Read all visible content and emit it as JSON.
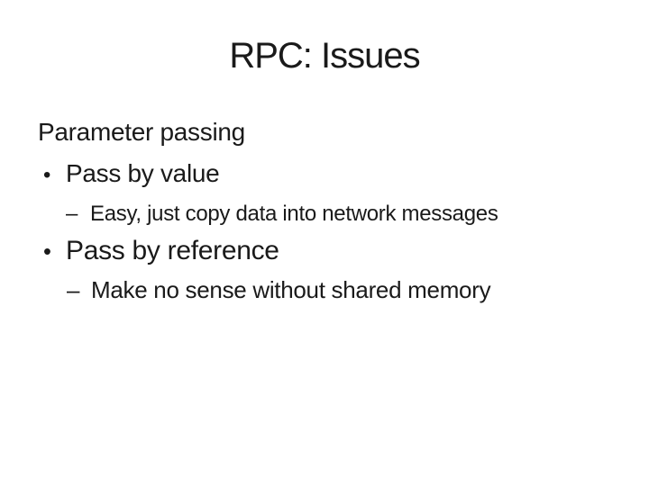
{
  "slide": {
    "title": "RPC: Issues",
    "body_heading": "Parameter passing",
    "bullets": [
      {
        "marker": "•",
        "text": "Pass by value",
        "sub": [
          {
            "marker": "–",
            "text": "Easy, just copy data into network messages"
          }
        ]
      },
      {
        "marker": "•",
        "text": "Pass by reference",
        "sub": [
          {
            "marker": "–",
            "text": "Make no sense without shared memory"
          }
        ]
      }
    ],
    "colors": {
      "background": "#ffffff",
      "text": "#1a1a1a"
    }
  }
}
